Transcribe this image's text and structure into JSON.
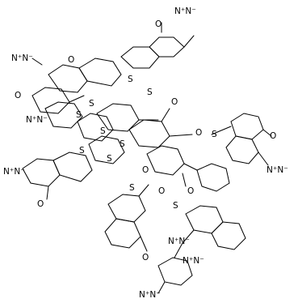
{
  "molecule": {
    "labels": {
      "diazo": "N⁺N⁻",
      "oxo": "O",
      "sulfonyl": "S",
      "sulfonate_o": "O"
    },
    "atom_labels": [
      {
        "text": "N⁺",
        "label": "diazo-nitrogen-plus"
      },
      {
        "text": "N⁻",
        "label": "diazo-nitrogen-minus"
      },
      {
        "text": "O",
        "label": "carbonyl-oxygen"
      },
      {
        "text": "S",
        "label": "sulfur"
      },
      {
        "text": "O",
        "label": "ester-oxygen"
      }
    ],
    "line_color": "#000000",
    "background": "#ffffff"
  }
}
